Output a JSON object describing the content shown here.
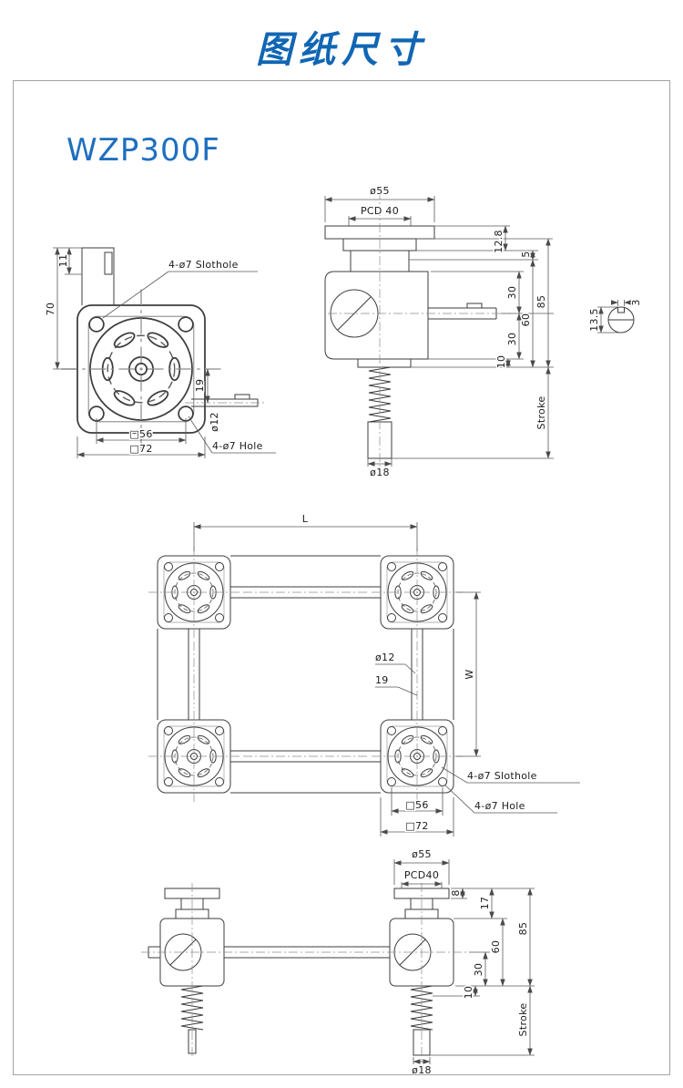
{
  "page": {
    "title": "图纸尺寸",
    "model": "WZP300F",
    "accent": "#1166b4"
  },
  "front_view": {
    "dim_11": "11",
    "dim_70": "70",
    "slothole_label": "4-ø7 Slothole",
    "dim_19": "19",
    "dim_d12": "ø12",
    "dim_sq56": "□56",
    "dim_sq72": "□72",
    "hole_label": "4-ø7 Hole"
  },
  "side_view": {
    "dim_d55": "ø55",
    "dim_pcd40": "PCD 40",
    "dim_12_8": "12.8",
    "dim_5": "5",
    "dim_30_upper": "30",
    "dim_60": "60",
    "dim_30_lower": "30",
    "dim_10": "10",
    "dim_85": "85",
    "stroke_label": "Stroke",
    "dim_d18": "ø18"
  },
  "shaft_section": {
    "dim_3": "3",
    "dim_13_5": "13.5"
  },
  "plan_view": {
    "dim_L": "L",
    "dim_W": "W",
    "dim_d12": "ø12",
    "dim_19": "19",
    "slothole_label": "4-ø7 Slothole",
    "hole_label": "4-ø7 Hole",
    "dim_sq56": "□56",
    "dim_sq72": "□72"
  },
  "bottom_view": {
    "dim_d55": "ø55",
    "dim_pcd40": "PCD40",
    "dim_8": "8",
    "dim_17": "17",
    "dim_30": "30",
    "dim_60": "60",
    "dim_85": "85",
    "dim_10": "10",
    "stroke_label": "Stroke",
    "dim_d18": "ø18"
  }
}
